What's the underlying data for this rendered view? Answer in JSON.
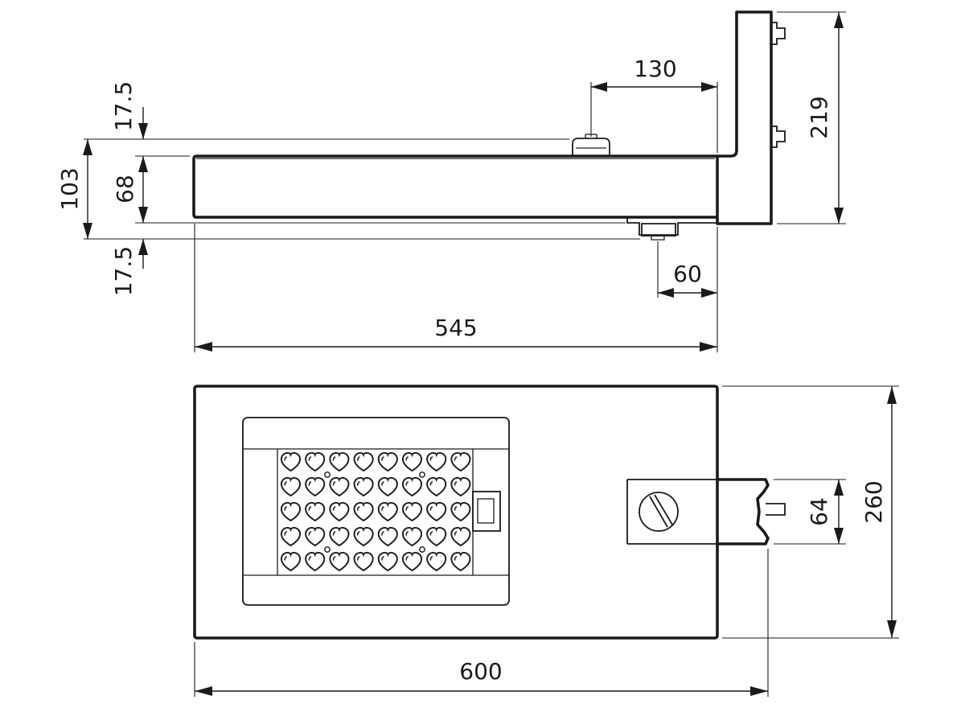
{
  "colors": {
    "line": "#1a1a1a",
    "background": "#ffffff"
  },
  "side_view": {
    "dims": {
      "arm_offset": "130",
      "height_total": "219",
      "top_spigot": "17.5",
      "body_height": "68",
      "overall_height": "103",
      "bottom_spigot": "17.5",
      "spigot_offset": "60",
      "length": "545"
    }
  },
  "top_view": {
    "dims": {
      "width": "260",
      "spigot_width": "64",
      "length": "600"
    },
    "led_grid": {
      "rows": 5,
      "cols": 8
    }
  }
}
